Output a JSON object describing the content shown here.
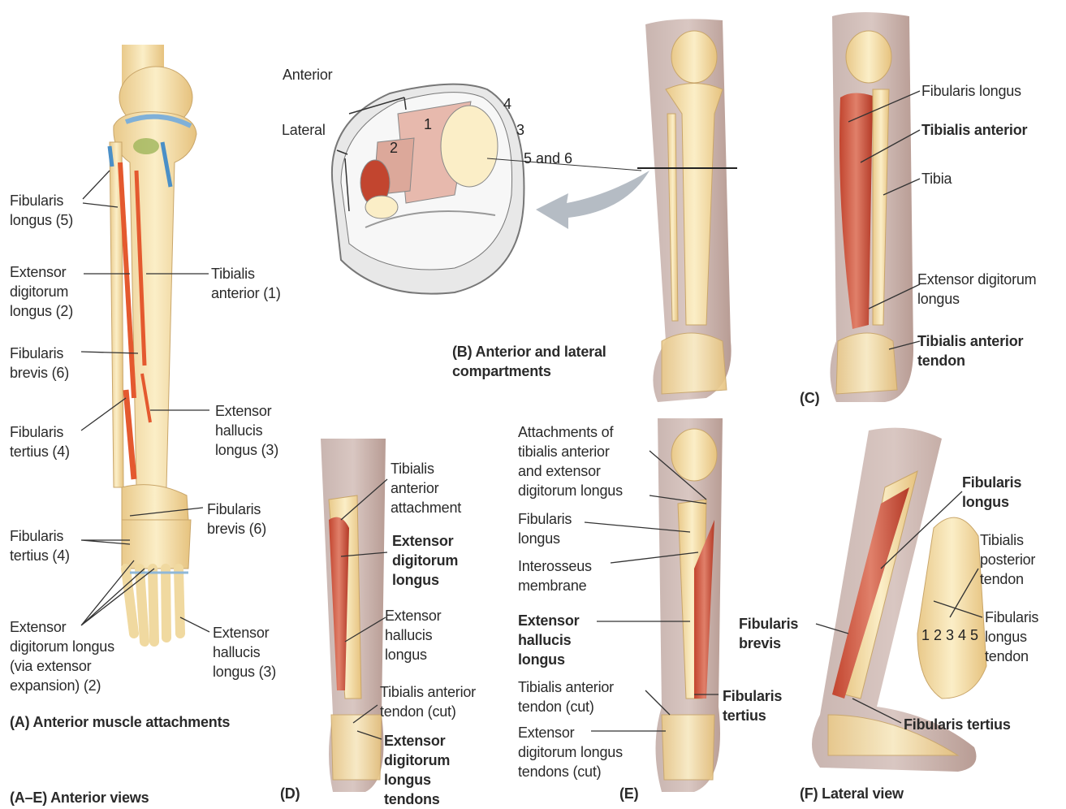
{
  "panelA": {
    "fibularis_longus": "Fibularis\nlongus (5)",
    "extensor_dig_longus": "Extensor\ndigitorum\nlongus (2)",
    "fibularis_brevis": "Fibularis\nbrevis (6)",
    "fibularis_tertius": "Fibularis\ntertius (4)",
    "fibularis_tertius_foot": "Fibularis\ntertius (4)",
    "extensor_expansion": "Extensor\ndigitorum longus\n(via extensor\nexpansion) (2)",
    "tibialis_anterior": "Tibialis\nanterior (1)",
    "extensor_hallucis": "Extensor\nhallucis\nlongus (3)",
    "fibularis_brevis_foot": "Fibularis\nbrevis (6)",
    "extensor_hallucis_foot": "Extensor\nhallucis\nlongus (3)",
    "caption": "(A) Anterior muscle attachments"
  },
  "panelB": {
    "anterior": "Anterior",
    "lateral": "Lateral",
    "n1": "1",
    "n2": "2",
    "n3": "3",
    "n4": "4",
    "n56": "5 and 6",
    "caption": "(B) Anterior and lateral\ncompartments"
  },
  "panelC": {
    "fibularis_longus": "Fibularis longus",
    "tibialis_anterior": "Tibialis anterior",
    "tibia": "Tibia",
    "extensor_dig": "Extensor digitorum\nlongus",
    "tibialis_tendon": "Tibialis anterior\ntendon",
    "caption": "(C)"
  },
  "panelD": {
    "tibialis_attachment": "Tibialis\nanterior\nattachment",
    "extensor_dig": "Extensor\ndigitorum\nlongus",
    "extensor_hallucis": "Extensor\nhallucis\nlongus",
    "tibialis_tendon_cut": "Tibialis anterior\ntendon (cut)",
    "extensor_dig_tendons": "Extensor\ndigitorum\nlongus\ntendons",
    "caption": "(D)"
  },
  "panelE": {
    "attachments": "Attachments of\ntibialis anterior\nand extensor\ndigitorum longus",
    "fibularis_longus": "Fibularis\nlongus",
    "interosseus": "Interosseus\nmembrane",
    "extensor_hallucis": "Extensor\nhallucis\nlongus",
    "tibialis_tendon_cut": "Tibialis anterior\ntendon (cut)",
    "extensor_dig_tendons": "Extensor\ndigitorum longus\ntendons (cut)",
    "fibularis_tertius": "Fibularis\ntertius",
    "caption": "(E)"
  },
  "panelF": {
    "fibularis_longus": "Fibularis\nlongus",
    "tibialis_posterior": "Tibialis\nposterior\ntendon",
    "fibularis_longus_tendon": "Fibularis\nlongus\ntendon",
    "fibularis_brevis": "Fibularis\nbrevis",
    "fibularis_tertius": "Fibularis tertius",
    "metatarsals": "1 2 3 4 5",
    "caption": "(F) Lateral view"
  },
  "footer": "(A–E) Anterior views"
}
